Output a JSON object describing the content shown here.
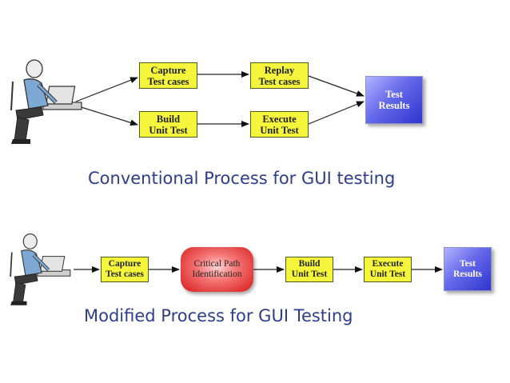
{
  "conventional": {
    "caption": "Conventional Process for GUI testing",
    "nodes": {
      "capture": [
        "Capture",
        "Test cases"
      ],
      "replay": [
        "Replay",
        "Test cases"
      ],
      "build": [
        "Build",
        "Unit Test"
      ],
      "execute": [
        "Execute",
        "Unit Test"
      ],
      "results": [
        "Test",
        "Results"
      ]
    }
  },
  "modified": {
    "caption": "Modified Process for GUI Testing",
    "nodes": {
      "capture": [
        "Capture",
        "Test cases"
      ],
      "critical": [
        "Critical Path",
        "Identification"
      ],
      "build": [
        "Build",
        "Unit Test"
      ],
      "execute": [
        "Execute",
        "Unit Test"
      ],
      "results": [
        "Test",
        "Results"
      ]
    }
  },
  "colors": {
    "process_box": "#f5f53c",
    "results_box": "#5a5fe6",
    "critical_box": "#e84040",
    "caption_text": "#2d3d8c"
  },
  "icons": [
    "person-at-computer-icon"
  ]
}
